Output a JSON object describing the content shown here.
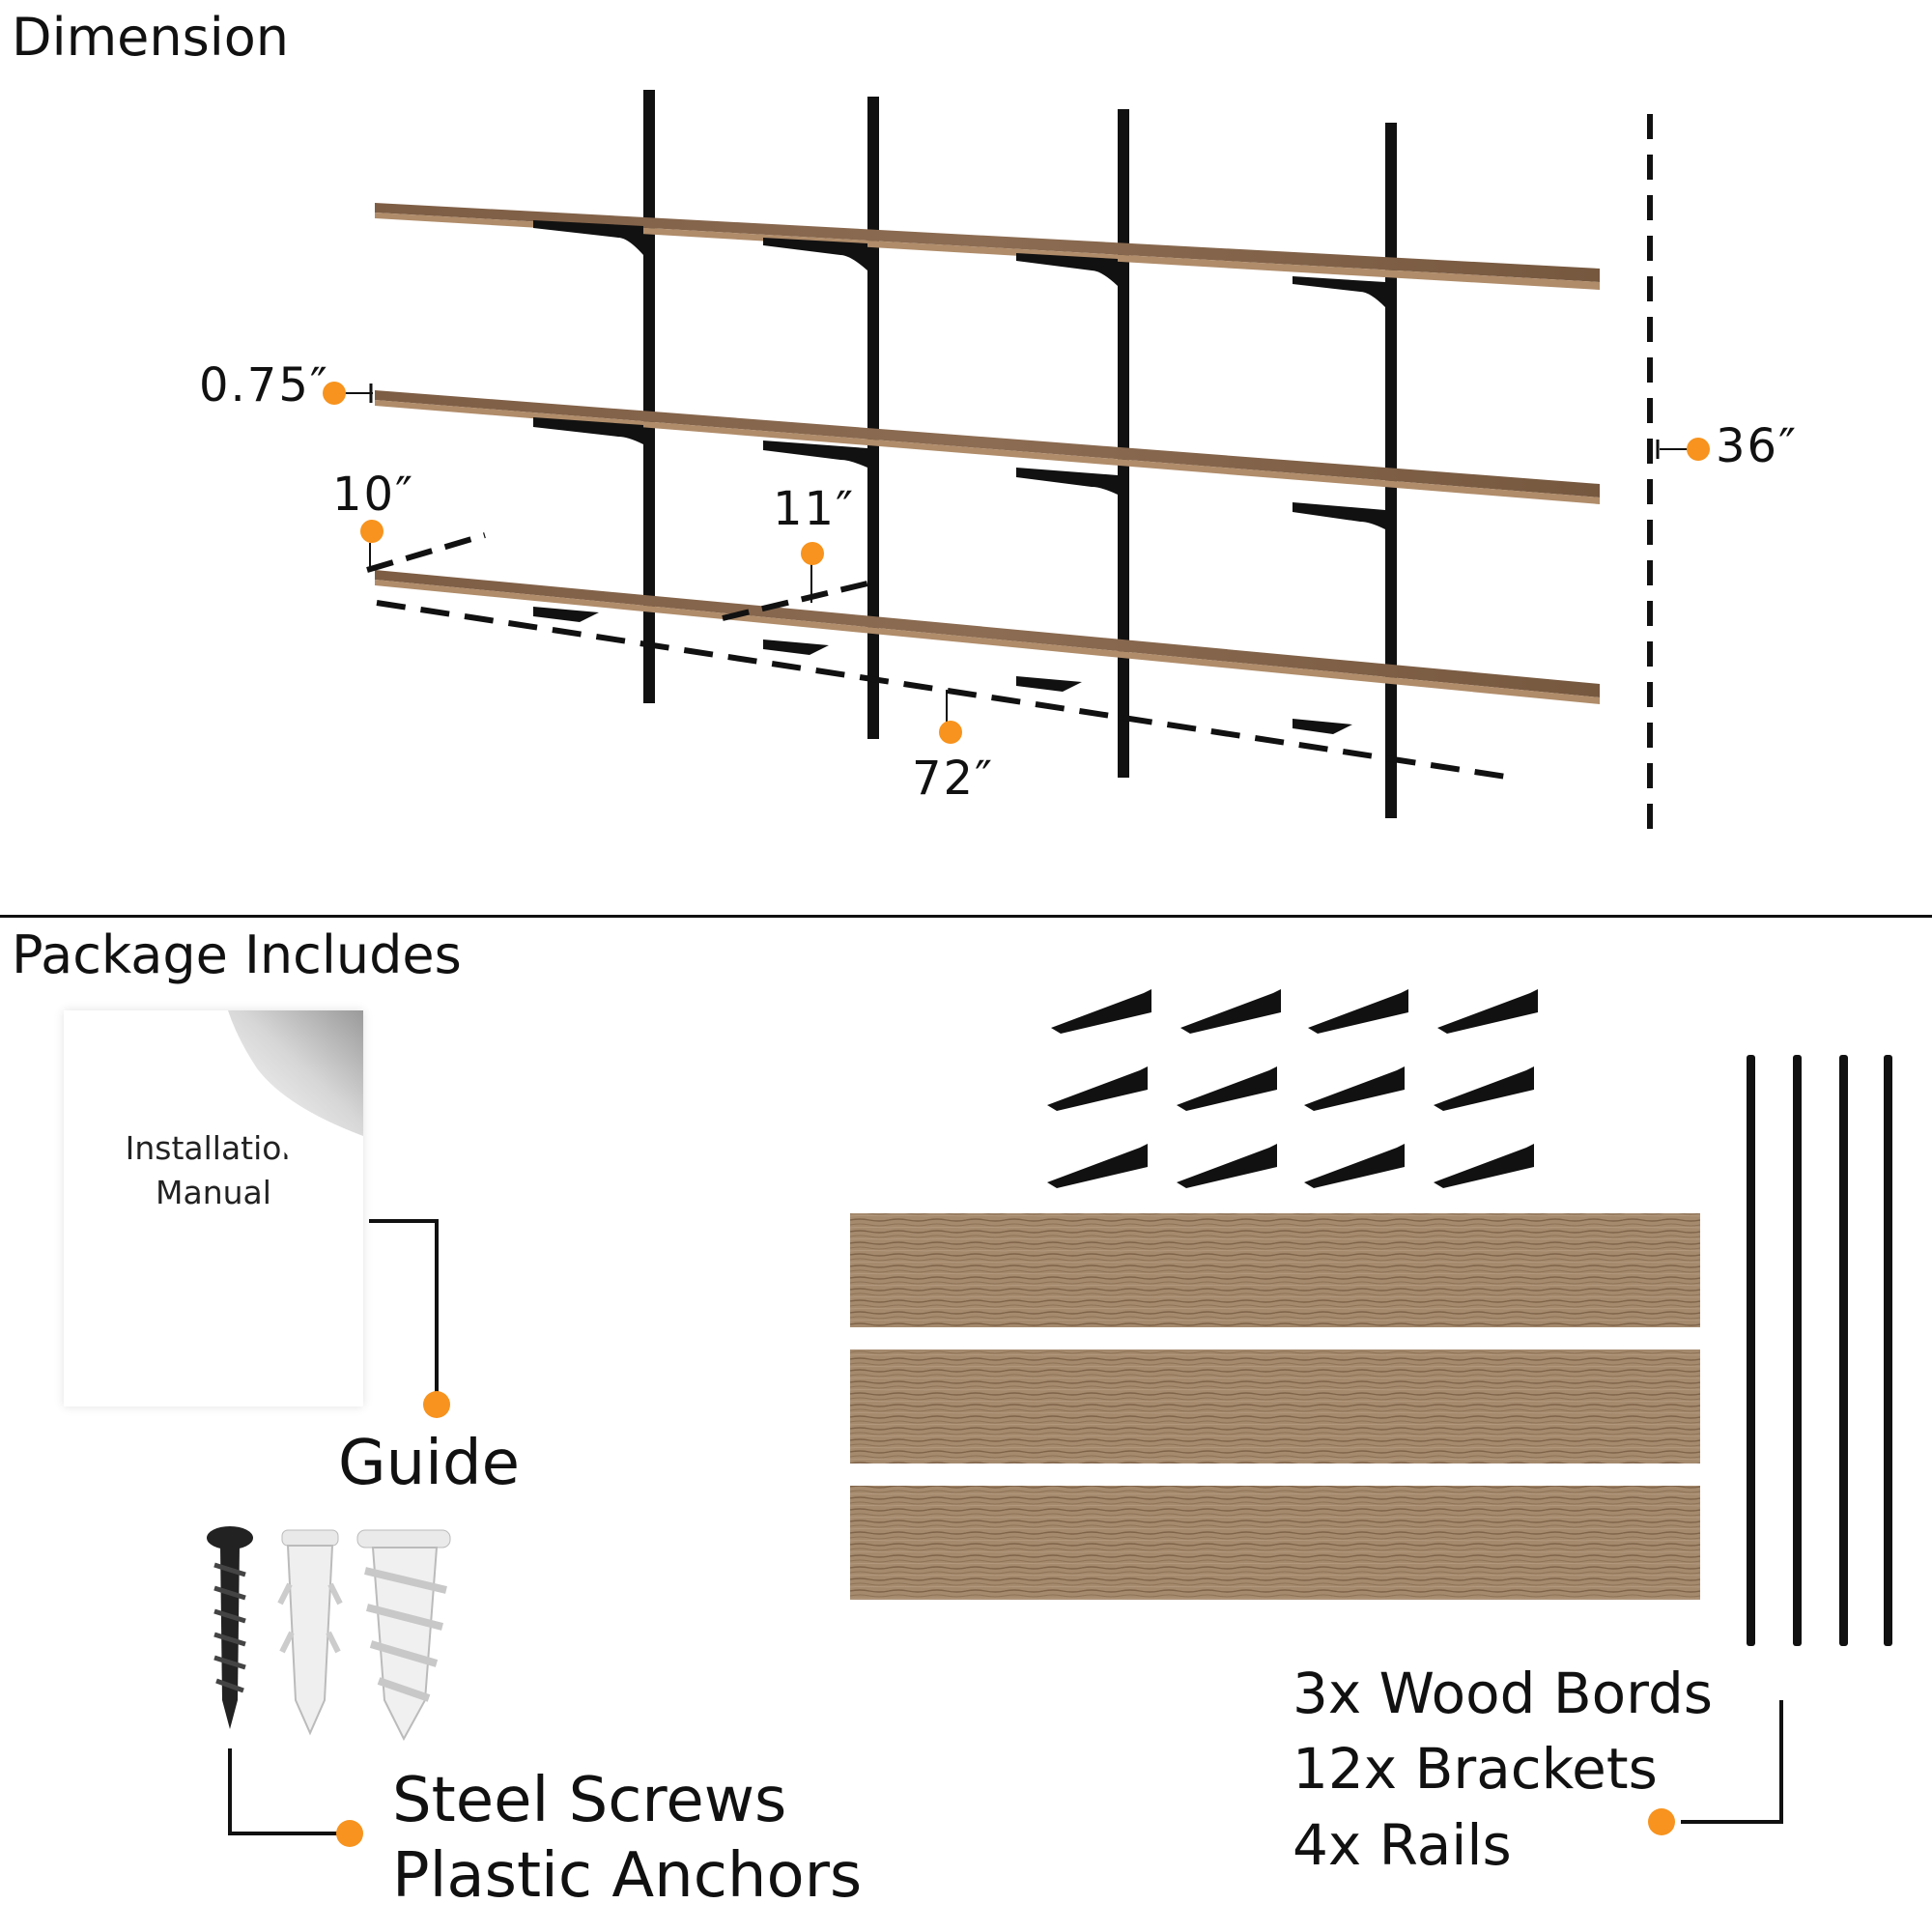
{
  "sections": {
    "dimension_title": "Dimension",
    "package_title": "Package Includes"
  },
  "dimensions": {
    "thickness": "0.75″",
    "height": "36″",
    "depth_outer": "10″",
    "depth_inner": "11″",
    "length": "72″"
  },
  "package": {
    "manual_line1": "Installation",
    "manual_line2": "Manual",
    "guide_label": "Guide",
    "screws_line1": "Steel Screws",
    "screws_line2": "Plastic Anchors",
    "parts": [
      "3x Wood Bords",
      "12x Brackets",
      "4x Rails"
    ]
  },
  "colors": {
    "accent": "#F7931E",
    "wood": "#8A6A4E",
    "metal": "#111111"
  },
  "icons": [
    "page-curl-icon",
    "screw-icon",
    "wall-anchor-icon",
    "drywall-anchor-icon",
    "bracket-icon",
    "rail-icon"
  ]
}
